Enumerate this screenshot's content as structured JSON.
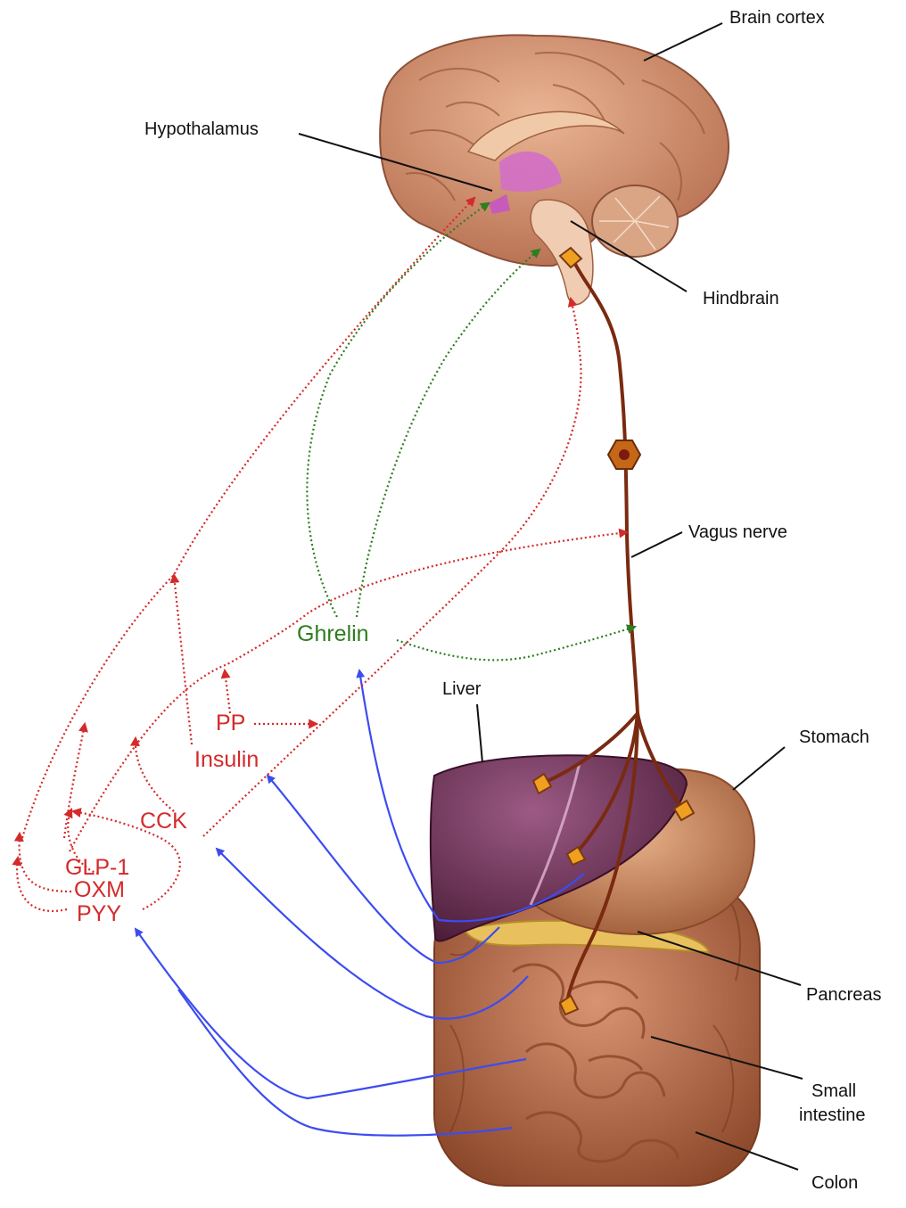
{
  "anatomy_labels": {
    "brain_cortex": "Brain cortex",
    "hypothalamus": "Hypothalamus",
    "hindbrain": "Hindbrain",
    "vagus_nerve": "Vagus nerve",
    "liver": "Liver",
    "stomach": "Stomach",
    "pancreas": "Pancreas",
    "small_intestine_line1": "Small",
    "small_intestine_line2": "intestine",
    "colon": "Colon"
  },
  "hormones": {
    "ghrelin": "Ghrelin",
    "pp": "PP",
    "insulin": "Insulin",
    "cck": "CCK",
    "glp1": "GLP-1",
    "oxm": "OXM",
    "pyy": "PYY"
  },
  "colors": {
    "anorexigenic_signal": "#d42a2a",
    "orexigenic_signal": "#2e7d1f",
    "secretion_arrow": "#3c4cf0",
    "vagus_nerve": "#7a2a10",
    "hypothalamus": "#d36fc8",
    "brain": "#d89a78",
    "liver": "#6e2f55",
    "stomach": "#c98a5c",
    "intestine": "#b8704a"
  }
}
